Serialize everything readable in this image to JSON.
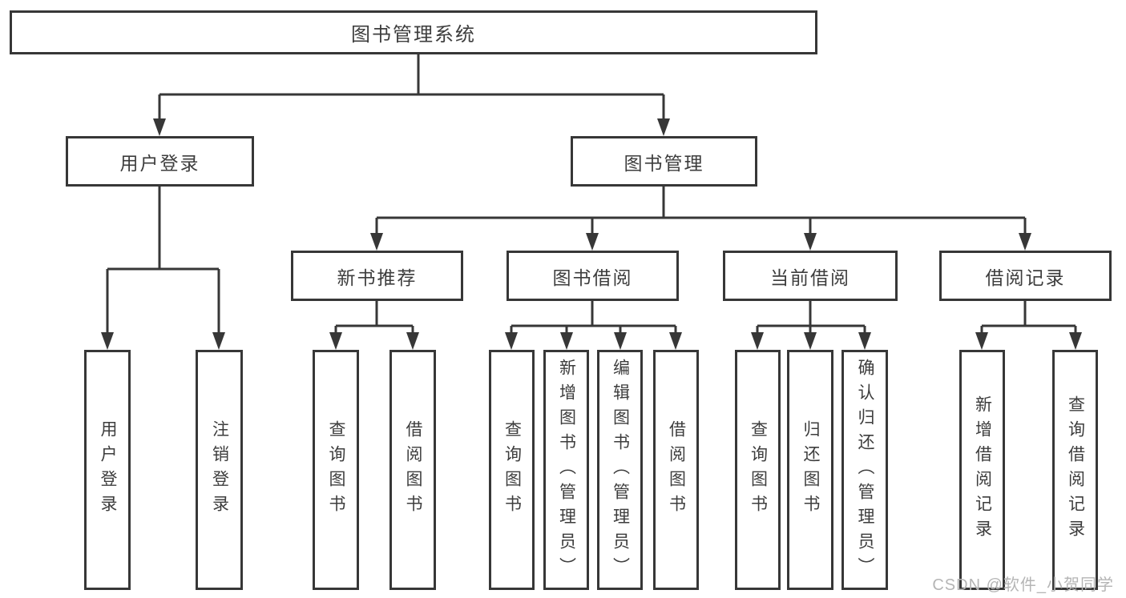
{
  "diagram_type": "hierarchy-tree",
  "colors": {
    "line": "#373737",
    "box_border": "#373737",
    "text": "#3d3d3d",
    "background": "#ffffff",
    "watermark": "#b5b5b5"
  },
  "tree": {
    "label": "图书管理系统",
    "children": [
      {
        "label": "用户登录",
        "children": [
          {
            "label": "用户登录"
          },
          {
            "label": "注销登录"
          }
        ]
      },
      {
        "label": "图书管理",
        "children": [
          {
            "label": "新书推荐",
            "children": [
              {
                "label": "查询图书"
              },
              {
                "label": "借阅图书"
              }
            ]
          },
          {
            "label": "图书借阅",
            "children": [
              {
                "label": "查询图书"
              },
              {
                "label": "新增图书（管理员）"
              },
              {
                "label": "编辑图书（管理员）"
              },
              {
                "label": "借阅图书"
              }
            ]
          },
          {
            "label": "当前借阅",
            "children": [
              {
                "label": "查询图书"
              },
              {
                "label": "归还图书"
              },
              {
                "label": "确认归还（管理员）"
              }
            ]
          },
          {
            "label": "借阅记录",
            "children": [
              {
                "label": "新增借阅记录"
              },
              {
                "label": "查询借阅记录"
              }
            ]
          }
        ]
      }
    ]
  },
  "watermark": {
    "text": "CSDN @软件_小贺同学"
  }
}
